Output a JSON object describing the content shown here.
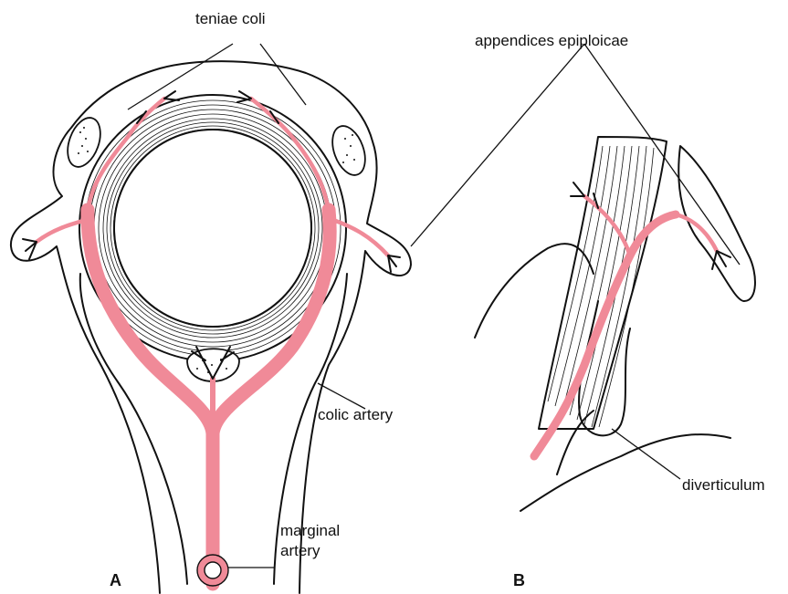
{
  "colors": {
    "artery": "#f08a98",
    "outline": "#111111",
    "background": "#ffffff"
  },
  "labels": {
    "teniae_coli": "teniae coli",
    "appendices_epiploicae": "appendices epiploicae",
    "colic_artery": "colic artery",
    "marginal_artery_line1": "marginal",
    "marginal_artery_line2": "artery",
    "diverticulum": "diverticulum"
  },
  "panels": {
    "a": "A",
    "b": "B"
  }
}
